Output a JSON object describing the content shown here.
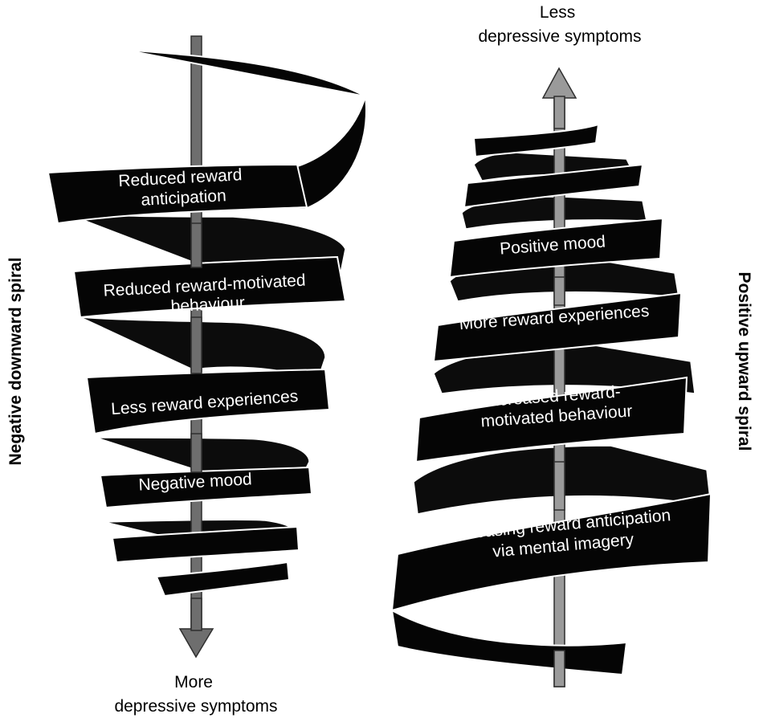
{
  "left_spiral": {
    "side_label": "Negative downward spiral",
    "bottom_label_line1": "More",
    "bottom_label_line2": "depressive symptoms",
    "bands": [
      {
        "line1": "Reduced reward",
        "line2": "anticipation"
      },
      {
        "line1": "Reduced reward-motivated",
        "line2": "behaviour"
      },
      {
        "line1": "Less reward experiences",
        "line2": ""
      },
      {
        "line1": "Negative mood",
        "line2": ""
      }
    ]
  },
  "right_spiral": {
    "side_label": "Positive upward spiral",
    "top_label_line1": "Less",
    "top_label_line2": "depressive symptoms",
    "bands": [
      {
        "line1": "Positive mood",
        "line2": ""
      },
      {
        "line1": "More reward experiences",
        "line2": ""
      },
      {
        "line1": "Increased reward-",
        "line2": "motivated behaviour"
      },
      {
        "line1": "Increasing reward anticipation",
        "line2": "via mental imagery"
      }
    ]
  }
}
